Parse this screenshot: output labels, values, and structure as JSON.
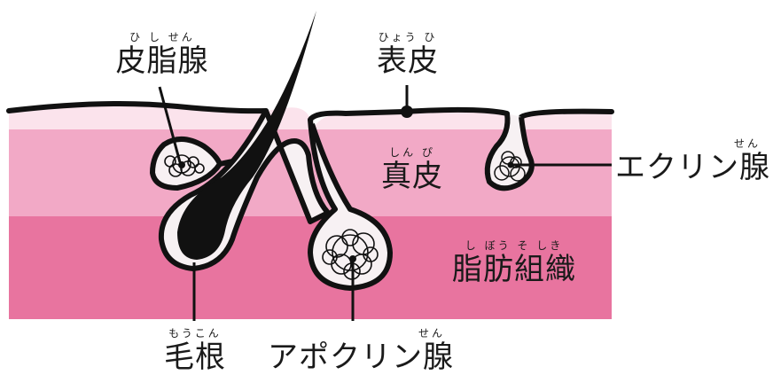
{
  "colors": {
    "epidermis": "#fbe3ec",
    "dermis": "#f2a9c6",
    "subcutis": "#e8749f",
    "outline": "#111111",
    "gland_fill": "#f7f1f3",
    "hair": "#111111"
  },
  "labels": {
    "sebaceous": {
      "reading": "ひ し せん",
      "text": "皮脂腺"
    },
    "epidermis": {
      "reading": "ひょう ひ",
      "text": "表皮"
    },
    "dermis": {
      "reading": "しん ぴ",
      "text": "真皮"
    },
    "eccrine": {
      "reading": "せん",
      "text": "エクリン腺"
    },
    "subcutis": {
      "reading": "し ぼう そ しき",
      "text": "脂肪組織"
    },
    "hair_root": {
      "reading": "もうこん",
      "text": "毛根"
    },
    "apocrine": {
      "reading": "せん",
      "text": "アポクリン腺"
    }
  }
}
